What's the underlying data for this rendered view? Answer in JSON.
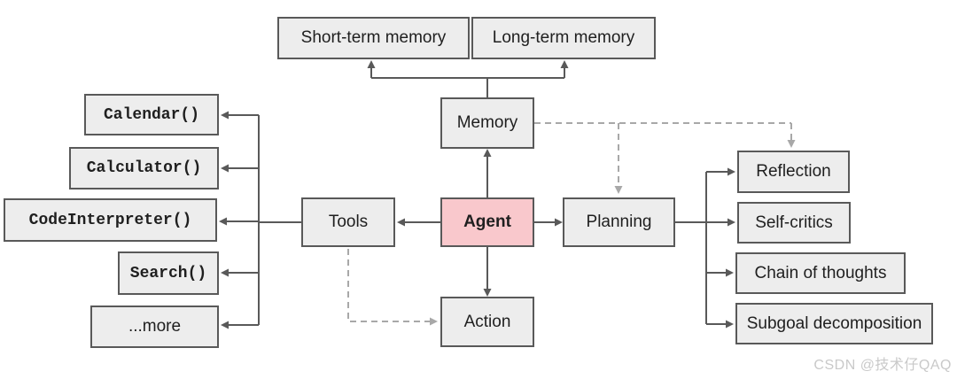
{
  "diagram": {
    "nodes": {
      "short_term_memory": {
        "label": "Short-term memory"
      },
      "long_term_memory": {
        "label": "Long-term memory"
      },
      "memory": {
        "label": "Memory"
      },
      "agent": {
        "label": "Agent"
      },
      "tools": {
        "label": "Tools"
      },
      "planning": {
        "label": "Planning"
      },
      "action": {
        "label": "Action"
      },
      "calendar": {
        "label": "Calendar()"
      },
      "calculator": {
        "label": "Calculator()"
      },
      "code_interpreter": {
        "label": "CodeInterpreter()"
      },
      "search": {
        "label": "Search()"
      },
      "more": {
        "label": "...more"
      },
      "reflection": {
        "label": "Reflection"
      },
      "self_critics": {
        "label": "Self-critics"
      },
      "chain_of_thoughts": {
        "label": "Chain of thoughts"
      },
      "subgoal_decomposition": {
        "label": "Subgoal decomposition"
      }
    },
    "edges": [
      {
        "from": "memory",
        "to": "short_term_memory",
        "style": "solid"
      },
      {
        "from": "memory",
        "to": "long_term_memory",
        "style": "solid"
      },
      {
        "from": "agent",
        "to": "memory",
        "style": "solid"
      },
      {
        "from": "agent",
        "to": "tools",
        "style": "solid"
      },
      {
        "from": "agent",
        "to": "planning",
        "style": "solid"
      },
      {
        "from": "agent",
        "to": "action",
        "style": "solid"
      },
      {
        "from": "tools",
        "to": "calendar",
        "style": "solid"
      },
      {
        "from": "tools",
        "to": "calculator",
        "style": "solid"
      },
      {
        "from": "tools",
        "to": "code_interpreter",
        "style": "solid"
      },
      {
        "from": "tools",
        "to": "search",
        "style": "solid"
      },
      {
        "from": "tools",
        "to": "more",
        "style": "solid"
      },
      {
        "from": "planning",
        "to": "reflection",
        "style": "solid"
      },
      {
        "from": "planning",
        "to": "self_critics",
        "style": "solid"
      },
      {
        "from": "planning",
        "to": "chain_of_thoughts",
        "style": "solid"
      },
      {
        "from": "planning",
        "to": "subgoal_decomposition",
        "style": "solid"
      },
      {
        "from": "memory",
        "to": "planning",
        "style": "dashed"
      },
      {
        "from": "memory",
        "to": "reflection",
        "style": "dashed"
      },
      {
        "from": "tools",
        "to": "action",
        "style": "dashed"
      }
    ],
    "colors": {
      "box_fill": "#ededed",
      "box_border": "#595959",
      "agent_fill": "#f9c8cc",
      "solid_connector": "#595959",
      "dashed_connector": "#a8a8a8",
      "watermark_text": "#c9c9c9"
    },
    "watermark": "CSDN @技术仔QAQ"
  }
}
